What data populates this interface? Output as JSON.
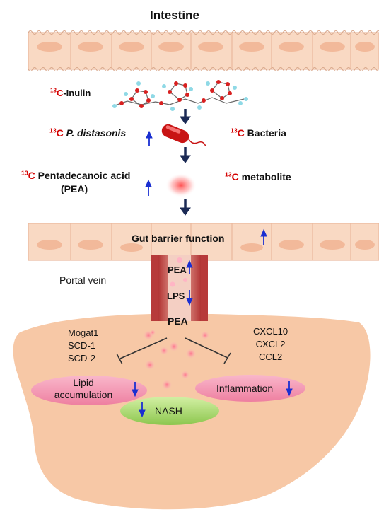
{
  "title": "Intestine",
  "labels": {
    "inulin": {
      "sup": "13",
      "prefix": "C",
      "name": "-Inulin"
    },
    "distasonis": {
      "sup": "13",
      "prefix": "C",
      "name": "P. distasonis"
    },
    "bacteria": {
      "sup": "13",
      "prefix": "C",
      "name": "Bacteria"
    },
    "pea_acid": {
      "sup": "13",
      "prefix": "C",
      "line1": "Pentadecanoic acid",
      "line2": "(PEA)"
    },
    "metabolite": {
      "sup": "13",
      "prefix": "C",
      "name": "metabolite"
    }
  },
  "gut_barrier": "Gut barrier function",
  "portal_vein": "Portal vein",
  "vessel": {
    "pea": "PEA",
    "lps": "LPS"
  },
  "liver": {
    "pea": "PEA",
    "lipid_genes": [
      "Mogat1",
      "SCD-1",
      "SCD-2"
    ],
    "inflam_genes": [
      "CXCL10",
      "CXCL2",
      "CCL2"
    ],
    "lipid_accumulation": [
      "Lipid",
      "accumulation"
    ],
    "inflammation": "Inflammation",
    "nash": "NASH"
  },
  "colors": {
    "accent_red": "#d40000",
    "arrow_blue": "#1a2fd1",
    "arrow_navy": "#1b2a55",
    "tissue": "#f9d8c2",
    "liver": "#f7c9a8",
    "vessel": "#c94a4a",
    "ellipse_pink": "#f08aa8",
    "nash_green": "#a6d86a"
  },
  "icons": [
    "up-arrow-icon",
    "down-arrow-icon",
    "inhibit-icon",
    "bacterium-icon",
    "inulin-molecule-icon"
  ]
}
